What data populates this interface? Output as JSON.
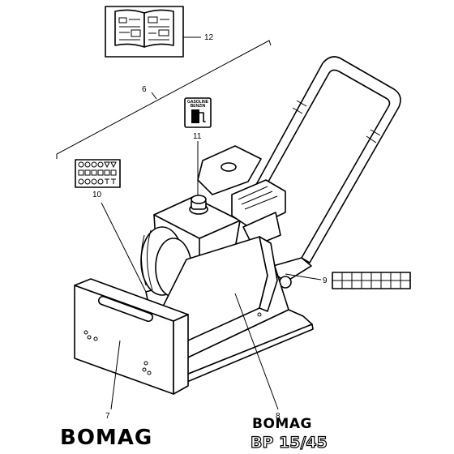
{
  "callouts": {
    "c12": "12",
    "c6": "6",
    "c11": "11",
    "c10": "10",
    "c9": "9",
    "c7": "7",
    "c8": "8"
  },
  "fuel_decal": {
    "line1": "GASOLINE",
    "line2": "BENZIN"
  },
  "brand": {
    "left": "BOMAG",
    "right": "BOMAG",
    "model": "BP 15/45"
  }
}
